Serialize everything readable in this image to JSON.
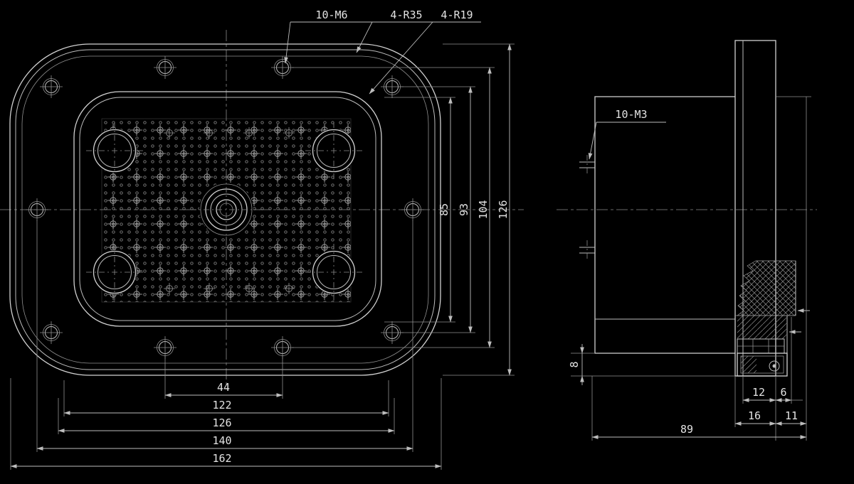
{
  "colors": {
    "background": "#000000",
    "main_line": "#d2d2d2",
    "secondary_line": "#bdbdbd",
    "thin_line": "#8f8f8f",
    "hatch": "#8d8d8d",
    "text": "#e3e3e3"
  },
  "front_view": {
    "callouts": {
      "thread_holes": "10-M6",
      "outer_corner_radius": "4-R35",
      "inner_corner_radius": "4-R19"
    },
    "dims_bottom": [
      "44",
      "122",
      "126",
      "140",
      "162"
    ],
    "dims_right": [
      "85",
      "93",
      "104",
      "126"
    ]
  },
  "side_view": {
    "callouts": {
      "thread_holes": "10-M3"
    },
    "dims": {
      "step_height": "8",
      "plate_thickness": "12",
      "lip": "6",
      "inset_a": "16",
      "inset_b": "11",
      "overall_depth": "89"
    }
  }
}
